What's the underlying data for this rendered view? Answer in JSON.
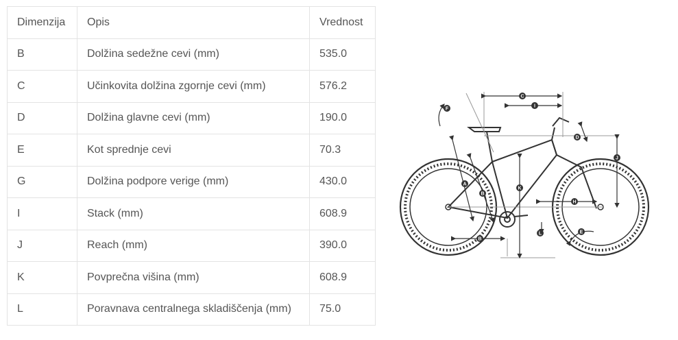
{
  "table": {
    "headers": {
      "dimension": "Dimenzija",
      "description": "Opis",
      "value": "Vrednost"
    },
    "rows": [
      {
        "dim": "B",
        "desc": "Dolžina sedežne cevi (mm)",
        "value": "535.0"
      },
      {
        "dim": "C",
        "desc": "Učinkovita dolžina zgornje cevi (mm)",
        "value": "576.2"
      },
      {
        "dim": "D",
        "desc": "Dolžina glavne cevi (mm)",
        "value": "190.0"
      },
      {
        "dim": "E",
        "desc": "Kot sprednje cevi",
        "value": "70.3"
      },
      {
        "dim": "G",
        "desc": "Dolžina podpore verige (mm)",
        "value": "430.0"
      },
      {
        "dim": "I",
        "desc": "Stack (mm)",
        "value": "608.9"
      },
      {
        "dim": "J",
        "desc": "Reach (mm)",
        "value": "390.0"
      },
      {
        "dim": "K",
        "desc": "Povprečna višina (mm)",
        "value": "608.9"
      },
      {
        "dim": "L",
        "desc": "Poravnava centralnega skladiščenja (mm)",
        "value": "75.0"
      }
    ]
  },
  "diagram": {
    "markers": [
      "A",
      "B",
      "C",
      "D",
      "E",
      "F",
      "H",
      "I",
      "J",
      "K",
      "L"
    ]
  },
  "colors": {
    "text": "#555555",
    "border": "#e3e3e3",
    "line": "#333333",
    "guide": "#999999"
  }
}
